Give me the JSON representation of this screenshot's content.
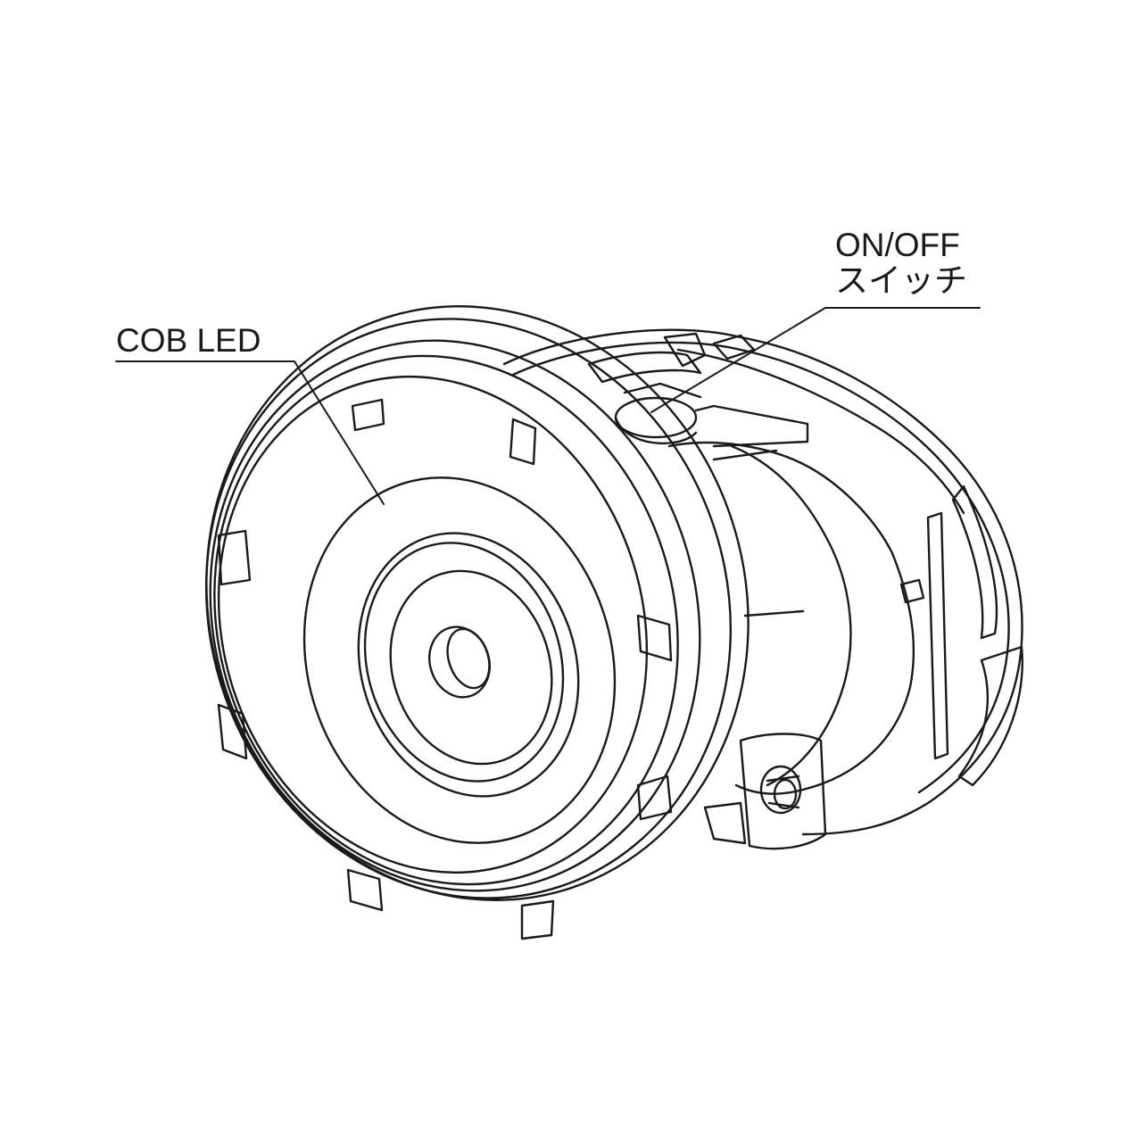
{
  "labels": {
    "cob_led": "COB LED",
    "switch_line1": "ON/OFF",
    "switch_line2": "スイッチ"
  },
  "colors": {
    "stroke": "#1a1a1a",
    "fill": "#ffffff"
  }
}
